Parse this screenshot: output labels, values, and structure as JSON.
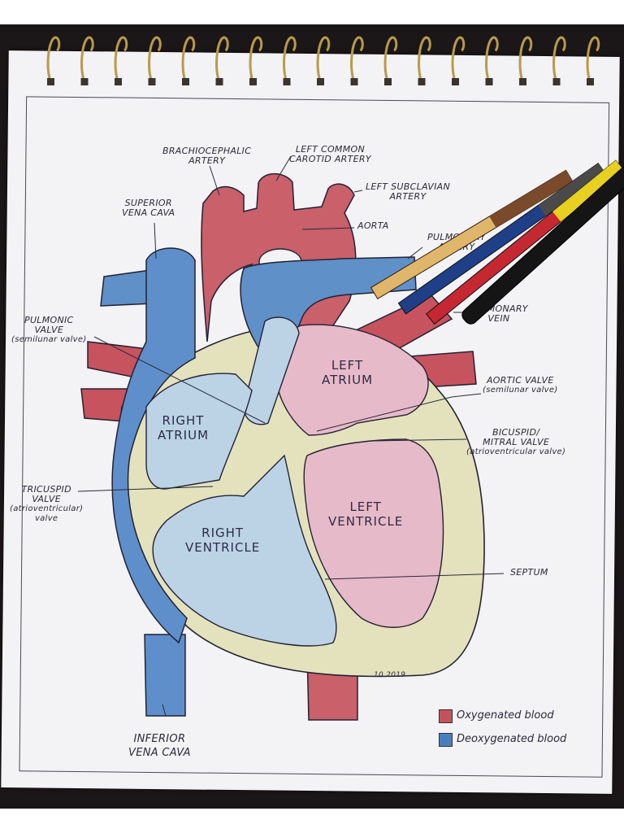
{
  "labels": {
    "brachiocephalic": [
      "BRACHIOCEPHALIC",
      "ARTERY"
    ],
    "left_common_carotid": [
      "LEFT COMMON",
      "CAROTID ARTERY"
    ],
    "left_subclavian": [
      "LEFT SUBCLAVIAN",
      "ARTERY"
    ],
    "aorta": "AORTA",
    "superior_vena_cava": [
      "SUPERIOR",
      "VENA CAVA"
    ],
    "pulmonary_artery": [
      "PULMONARY",
      "ARTERY"
    ],
    "pulmonary_vein": [
      "PULMONARY",
      "VEIN"
    ],
    "pulmonic_valve": [
      "PULMONIC",
      "VALVE",
      "(semilunar valve)"
    ],
    "aortic_valve": [
      "AORTIC VALVE",
      "(semilunar valve)"
    ],
    "bicuspid_valve": [
      "BICUSPID/",
      "MITRAL VALVE",
      "(atrioventricular valve)"
    ],
    "tricuspid_valve": [
      "TRICUSPID",
      "VALVE",
      "(atrioventricular)",
      "valve"
    ],
    "septum": "SEPTUM",
    "inferior_vena_cava": [
      "INFERIOR",
      "VENA CAVA"
    ],
    "right_atrium": [
      "RIGHT",
      "ATRIUM"
    ],
    "left_atrium": [
      "LEFT",
      "ATRIUM"
    ],
    "right_ventricle": [
      "RIGHT",
      "VENTRICLE"
    ],
    "left_ventricle": [
      "LEFT",
      "VENTRICLE"
    ],
    "signature": "10.2019"
  },
  "legend": [
    {
      "label": "Oxygenated blood",
      "color": "#c4525e"
    },
    {
      "label": "Deoxygenated blood",
      "color": "#4a7fbf"
    }
  ]
}
